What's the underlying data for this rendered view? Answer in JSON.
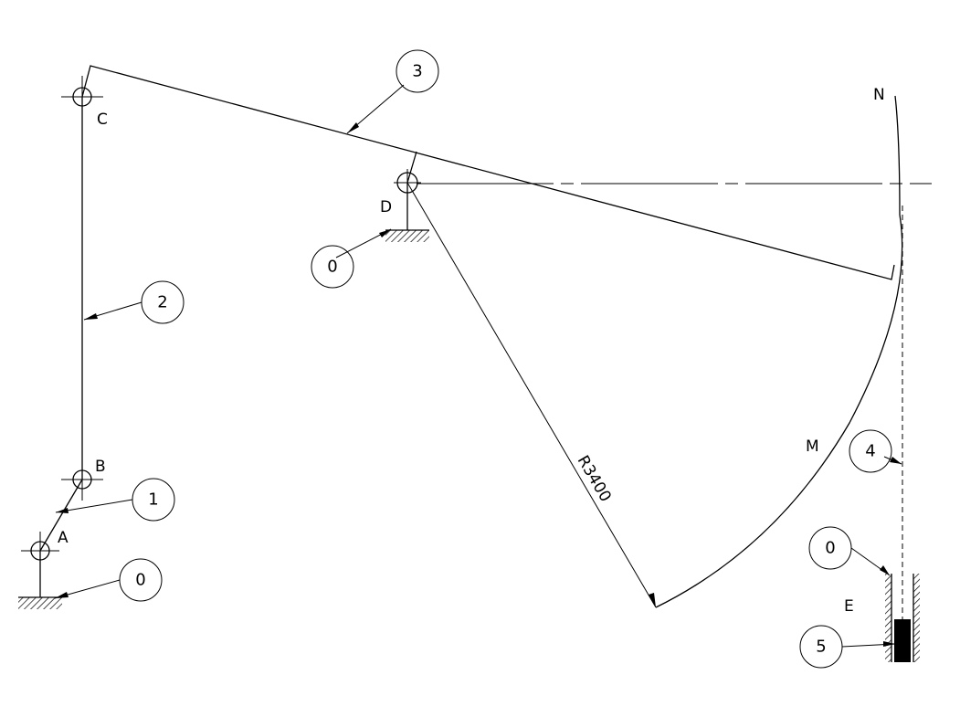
{
  "points": {
    "A": "A",
    "B": "B",
    "C": "C",
    "D": "D",
    "E": "E",
    "M": "M",
    "N": "N"
  },
  "radius_dimension": "R3400",
  "balloons": {
    "frame_a": "0",
    "frame_d": "0",
    "frame_e": "0",
    "crank": "1",
    "coupler": "2",
    "rocker": "3",
    "rod": "4",
    "slider": "5"
  }
}
